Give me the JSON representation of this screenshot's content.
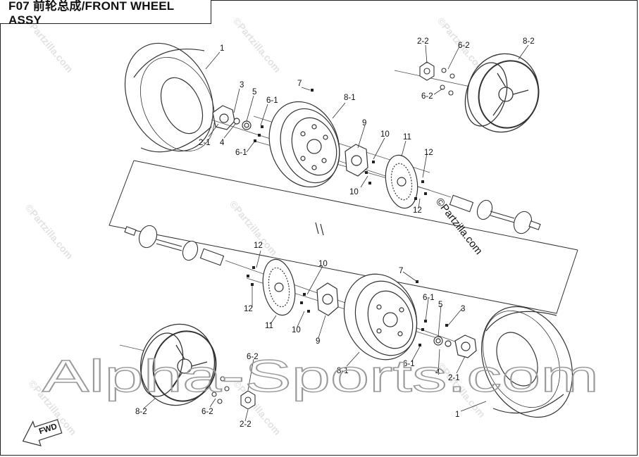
{
  "title": "F07 前轮总成/FRONT WHEEL ASSY",
  "watermark_main": "Alpha-Sports.com",
  "watermark_copyright": "©Partzilla.com",
  "watermark_faint": "©Partzilla.com",
  "direction_label": "FWD",
  "callouts_upper": {
    "p1": "1",
    "p2_1": "2-1",
    "p3": "3",
    "p4": "4",
    "p5": "5",
    "p6_1a": "6-1",
    "p6_1b": "6-1",
    "p7": "7",
    "p8_1": "8-1",
    "p9": "9",
    "p10a": "10",
    "p10b": "10",
    "p11": "11",
    "p12a": "12",
    "p12b": "12",
    "p2_2": "2-2",
    "p6_2a": "6-2",
    "p6_2b": "6-2",
    "p8_2": "8-2"
  },
  "callouts_lower": {
    "p12a": "12",
    "p12b": "12",
    "p10a": "10",
    "p10b": "10",
    "p11": "11",
    "p9": "9",
    "p7": "7",
    "p6_1a": "6-1",
    "p6_1b": "6-1",
    "p5": "5",
    "p3": "3",
    "p4": "4",
    "p2_1": "2-1",
    "p8_1": "8-1",
    "p1": "1",
    "p6_2a": "6-2",
    "p6_2b": "6-2",
    "p2_2": "2-2",
    "p8_2": "8-2"
  },
  "colors": {
    "line": "#333333",
    "watermark": "#d9d9d9",
    "partzilla": "#111111"
  }
}
